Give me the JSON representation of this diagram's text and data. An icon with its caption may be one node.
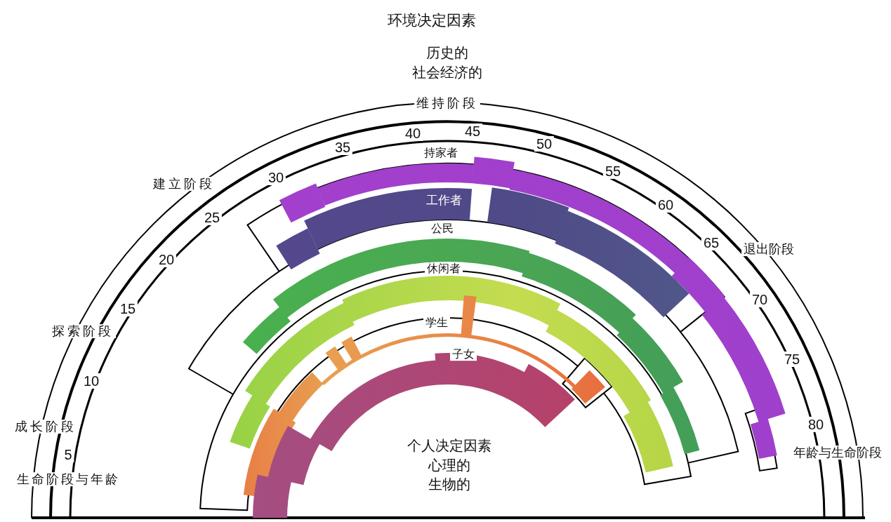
{
  "diagram": {
    "title": "环境决定因素",
    "labels": [
      "历史的",
      "社会经济的",
      "维持阶段",
      "45",
      "40",
      "50",
      "35",
      "持家者",
      "建立阶段",
      "30",
      "55",
      "25",
      "60",
      "工作者",
      "公民",
      "65",
      "退出阶段",
      "20",
      "休闲者",
      "70",
      "15",
      "学生",
      "探索阶段",
      "子女",
      "10",
      "75",
      "成长阶段",
      "80",
      "5",
      "个人决定因素",
      "年龄与生命阶段",
      "心理的",
      "生命阶段与年龄",
      "生物的"
    ]
  }
}
